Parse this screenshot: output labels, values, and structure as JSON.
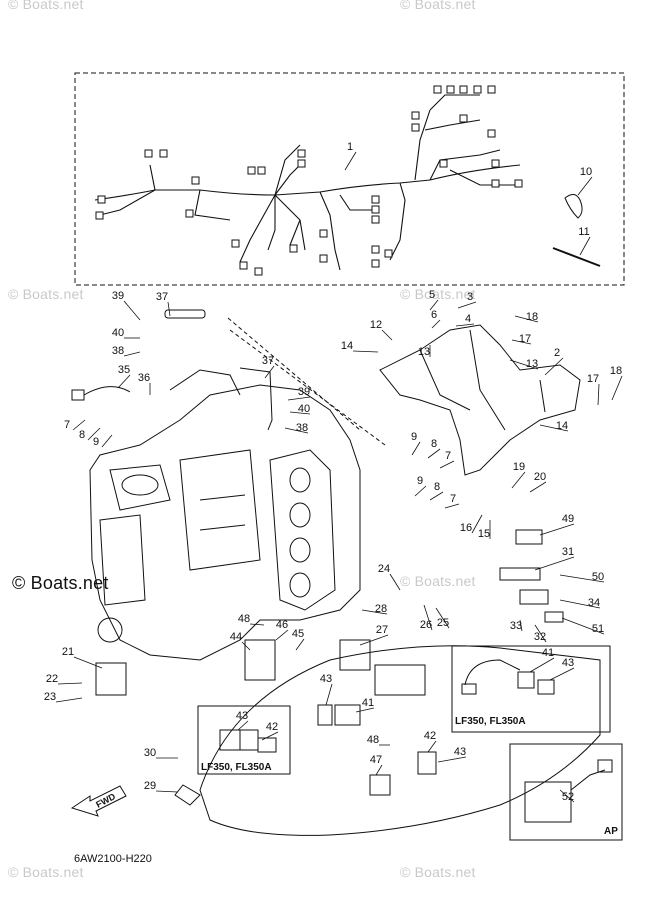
{
  "watermarks": {
    "top_left": "© Boats.net",
    "top_right": "© Boats.net",
    "mid_left": "© Boats.net",
    "mid_right": "© Boats.net",
    "main": "© Boats.net",
    "center": "© Boats.net",
    "bottom_left": "© Boats.net",
    "bottom_right": "© Boats.net"
  },
  "diagram_ref": "6AW2100-H220",
  "fwd_arrow_label": "FWD",
  "variant_labels": {
    "box_right": "LF350, FL350A",
    "box_left": "LF350, FL350A",
    "box_ap": "AP"
  },
  "callouts": [
    {
      "id": "c1",
      "label": "1"
    },
    {
      "id": "c2",
      "label": "2"
    },
    {
      "id": "c3",
      "label": "3"
    },
    {
      "id": "c4",
      "label": "4"
    },
    {
      "id": "c5",
      "label": "5"
    },
    {
      "id": "c6",
      "label": "6"
    },
    {
      "id": "c7a",
      "label": "7"
    },
    {
      "id": "c7b",
      "label": "7"
    },
    {
      "id": "c7c",
      "label": "7"
    },
    {
      "id": "c8a",
      "label": "8"
    },
    {
      "id": "c8b",
      "label": "8"
    },
    {
      "id": "c8c",
      "label": "8"
    },
    {
      "id": "c9a",
      "label": "9"
    },
    {
      "id": "c9b",
      "label": "9"
    },
    {
      "id": "c9c",
      "label": "9"
    },
    {
      "id": "c10",
      "label": "10"
    },
    {
      "id": "c11",
      "label": "11"
    },
    {
      "id": "c12",
      "label": "12"
    },
    {
      "id": "c13a",
      "label": "13"
    },
    {
      "id": "c13b",
      "label": "13"
    },
    {
      "id": "c14a",
      "label": "14"
    },
    {
      "id": "c14b",
      "label": "14"
    },
    {
      "id": "c15",
      "label": "15"
    },
    {
      "id": "c16",
      "label": "16"
    },
    {
      "id": "c17a",
      "label": "17"
    },
    {
      "id": "c17b",
      "label": "17"
    },
    {
      "id": "c18a",
      "label": "18"
    },
    {
      "id": "c18b",
      "label": "18"
    },
    {
      "id": "c19",
      "label": "19"
    },
    {
      "id": "c20",
      "label": "20"
    },
    {
      "id": "c21",
      "label": "21"
    },
    {
      "id": "c22",
      "label": "22"
    },
    {
      "id": "c23",
      "label": "23"
    },
    {
      "id": "c24",
      "label": "24"
    },
    {
      "id": "c25",
      "label": "25"
    },
    {
      "id": "c26",
      "label": "26"
    },
    {
      "id": "c27",
      "label": "27"
    },
    {
      "id": "c28",
      "label": "28"
    },
    {
      "id": "c29",
      "label": "29"
    },
    {
      "id": "c30",
      "label": "30"
    },
    {
      "id": "c31",
      "label": "31"
    },
    {
      "id": "c32",
      "label": "32"
    },
    {
      "id": "c33",
      "label": "33"
    },
    {
      "id": "c34",
      "label": "34"
    },
    {
      "id": "c35",
      "label": "35"
    },
    {
      "id": "c36",
      "label": "36"
    },
    {
      "id": "c37a",
      "label": "37"
    },
    {
      "id": "c37b",
      "label": "37"
    },
    {
      "id": "c38a",
      "label": "38"
    },
    {
      "id": "c38b",
      "label": "38"
    },
    {
      "id": "c39a",
      "label": "39"
    },
    {
      "id": "c39b",
      "label": "39"
    },
    {
      "id": "c40a",
      "label": "40"
    },
    {
      "id": "c40b",
      "label": "40"
    },
    {
      "id": "c41a",
      "label": "41"
    },
    {
      "id": "c41b",
      "label": "41"
    },
    {
      "id": "c42a",
      "label": "42"
    },
    {
      "id": "c42b",
      "label": "42"
    },
    {
      "id": "c43a",
      "label": "43"
    },
    {
      "id": "c43b",
      "label": "43"
    },
    {
      "id": "c43c",
      "label": "43"
    },
    {
      "id": "c43d",
      "label": "43"
    },
    {
      "id": "c44",
      "label": "44"
    },
    {
      "id": "c45",
      "label": "45"
    },
    {
      "id": "c46",
      "label": "46"
    },
    {
      "id": "c47",
      "label": "47"
    },
    {
      "id": "c48a",
      "label": "48"
    },
    {
      "id": "c48b",
      "label": "48"
    },
    {
      "id": "c49",
      "label": "49"
    },
    {
      "id": "c50",
      "label": "50"
    },
    {
      "id": "c51",
      "label": "51"
    },
    {
      "id": "c52",
      "label": "52"
    }
  ]
}
